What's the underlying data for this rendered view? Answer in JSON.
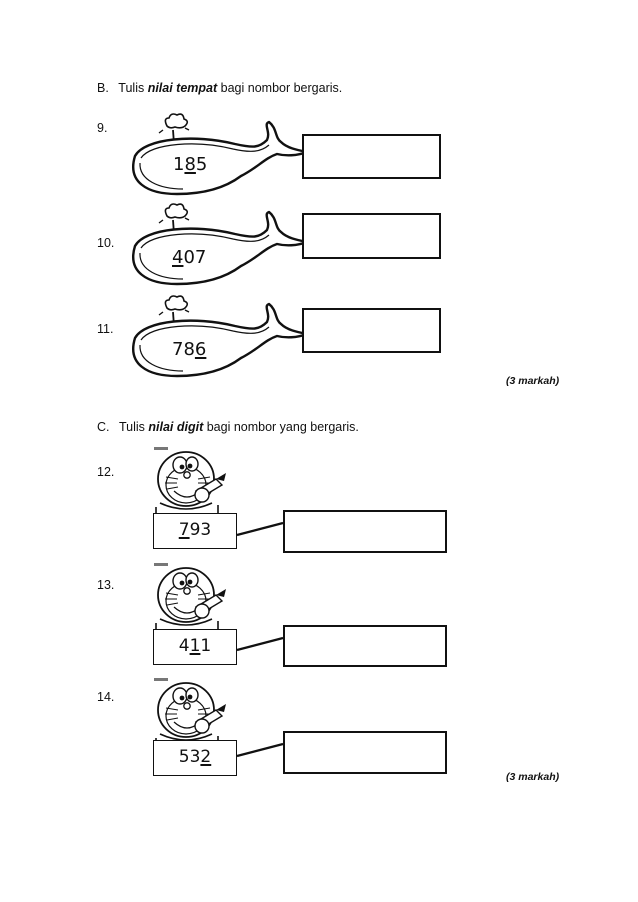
{
  "section_b": {
    "letter": "B.",
    "text_1": "Tulis ",
    "text_emph": "nilai tempat",
    "text_2": " bagi nombor bergaris.",
    "questions": [
      {
        "num": "9.",
        "digits": [
          "1",
          "8",
          "5"
        ],
        "underlined_index": 1
      },
      {
        "num": "10.",
        "digits": [
          "4",
          "0",
          "7"
        ],
        "underlined_index": 0
      },
      {
        "num": "11.",
        "digits": [
          "7",
          "8",
          "6"
        ],
        "underlined_index": 2
      }
    ],
    "marks": "(3 markah)"
  },
  "section_c": {
    "letter": "C.",
    "text_1": "Tulis ",
    "text_emph": "nilai digit",
    "text_2": " bagi nombor yang bergaris.",
    "questions": [
      {
        "num": "12.",
        "digits": [
          "7",
          "9",
          "3"
        ],
        "underlined_index": 0
      },
      {
        "num": "13.",
        "digits": [
          "4",
          "1",
          "1"
        ],
        "underlined_index": 1
      },
      {
        "num": "14.",
        "digits": [
          "5",
          "3",
          "2"
        ],
        "underlined_index": 2
      }
    ],
    "marks": "(3 markah)"
  },
  "icons": {
    "whale": "whale-icon",
    "character": "doraemon-with-pencil-icon"
  }
}
